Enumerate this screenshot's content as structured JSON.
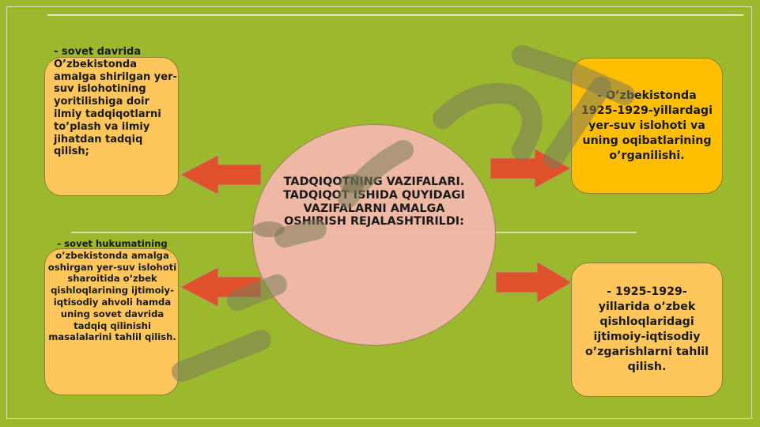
{
  "slide": {
    "center_title": "TADQIQOTNING VAZIFALARI. TADQIQOT ISHIDA QUYIDAGI VAZIFALARNI AMALGA OSHIRISH REJALASHTIRILDI:",
    "tasks": {
      "top_left": "- sovet davrida O’zbekistonda amalga shirilgan yer-suv islohotining yoritilishiga doir ilmiy tadqiqotlarni to’plash va ilmiy jihatdan tadqiq qilish;",
      "top_right": "- O’zbekistonda 1925-1929-yillardagi yer-suv islohoti va uning oqibatlarining o’rganilishi.",
      "bottom_left": "- sovet hukumatining o’zbekistonda amalga oshirgan yer-suv islohoti sharoitida o’zbek qishloqlarining ijtimoiy-iqtisodiy ahvoli hamda uning sovet davrida tadqiq qilinishi masalalarini tahlil qilish.",
      "bottom_right": "- 1925-1929-yillarida o’zbek qishloqlaridagi ijtimoiy-iqtisodiy o’zgarishlarni tahlil qilish."
    }
  },
  "colors": {
    "background": "#9cb82c",
    "box_light": "#ffc65c",
    "box_accent": "#ffbf00",
    "circle": "#f2b8a9",
    "arrow": "#e0502a"
  },
  "watermark_icon": "gray-diagonal-watermark"
}
